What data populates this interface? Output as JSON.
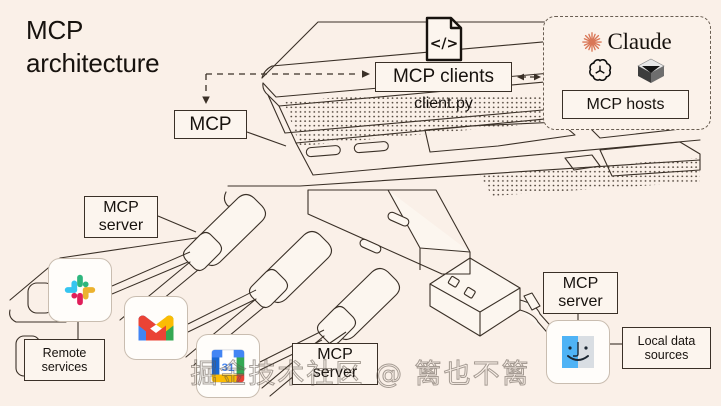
{
  "page": {
    "background_color": "#FAF0E8",
    "ink_color": "#17120e",
    "title_line1": "MCP",
    "title_line2": "architecture"
  },
  "boxes": {
    "mcp": "MCP",
    "mcp_clients": "MCP clients",
    "client_py": "client.py",
    "mcp_hosts": "MCP hosts",
    "server_left_line1": "MCP",
    "server_left_line2": "server",
    "server_mid_line1": "MCP",
    "server_mid_line2": "server",
    "server_right_line1": "MCP",
    "server_right_line2": "server",
    "remote_line1": "Remote",
    "remote_line2": "services",
    "local_line1": "Local data",
    "local_line2": "sources"
  },
  "hosts_panel": {
    "claude_label": "Claude",
    "claude_accent": "#D97757",
    "icons": [
      "claude-starburst-icon",
      "openai-logo-icon",
      "cube-logo-icon"
    ]
  },
  "icons": {
    "document": "code-document-icon",
    "document_glyph": "</>",
    "slack": "slack-logo-icon",
    "gmail": "gmail-logo-icon",
    "gcal": "google-calendar-logo-icon",
    "gcal_day": "31",
    "finder": "finder-logo-icon",
    "laptop": "laptop-line-art-illustration",
    "usbc_connectors": "usb-c-connector-illustration",
    "usba_connector": "usb-a-connector-illustration"
  },
  "watermark": {
    "text": "掘金技术社区 @ 篱也不篱"
  }
}
